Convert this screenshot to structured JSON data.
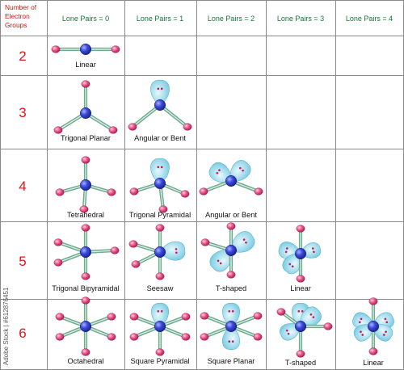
{
  "header": {
    "corner": [
      "Number of",
      "Electron",
      "Groups"
    ],
    "columns": [
      "Lone Pairs = 0",
      "Lone Pairs = 1",
      "Lone Pairs = 2",
      "Lone Pairs = 3",
      "Lone Pairs = 4"
    ]
  },
  "rows": [
    {
      "groups": "2",
      "shapes": [
        "Linear",
        "",
        "",
        "",
        ""
      ]
    },
    {
      "groups": "3",
      "shapes": [
        "Trigonal Planar",
        "Angular or Bent",
        "",
        "",
        ""
      ]
    },
    {
      "groups": "4",
      "shapes": [
        "Tetrahedral",
        "Trigonal Pyramidal",
        "Angular or Bent",
        "",
        ""
      ]
    },
    {
      "groups": "5",
      "shapes": [
        "Trigonal Bipyramidal",
        "Seesaw",
        "T-shaped",
        "Linear",
        ""
      ]
    },
    {
      "groups": "6",
      "shapes": [
        "Octahedral",
        "Square Pyramidal",
        "Square Planar",
        "T-shaped",
        "Linear"
      ]
    }
  ],
  "watermark": "Adobe Stock | #612876451",
  "colors": {
    "grid": "#8a8a8a",
    "header_text": "#0f7a3a",
    "group_number": "#e01515",
    "central_atom": "#2f3fd8",
    "bonded_atom": "#e0407a",
    "lone_pair": "#7fd0e6",
    "bond": "#7fb8a0"
  }
}
